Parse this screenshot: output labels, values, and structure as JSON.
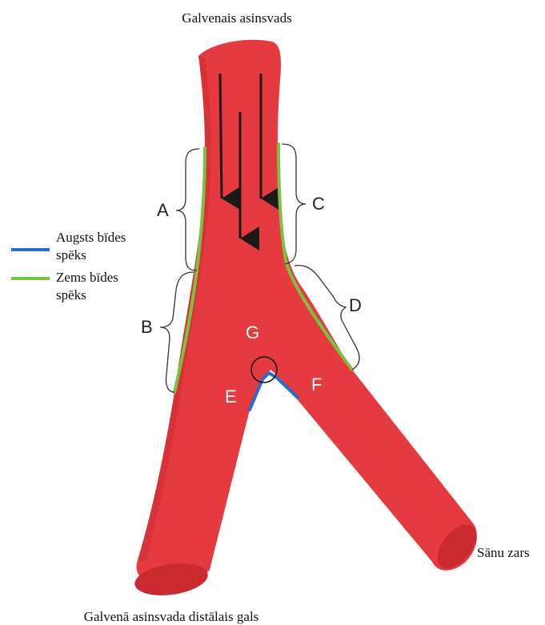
{
  "title": "Galvenais asinsvads",
  "branch_label": "Sānu zars",
  "distal_label": "Galvenā asinsvada distālais gals",
  "legend": {
    "items": [
      {
        "label_line1": "Augsts bīdes",
        "label_line2": "spēks",
        "color": "#2b6cc4"
      },
      {
        "label_line1": "Zems bīdes",
        "label_line2": "spēks",
        "color": "#7cc242"
      }
    ]
  },
  "regions": {
    "A": "A",
    "B": "B",
    "C": "C",
    "D": "D",
    "E": "E",
    "F": "F",
    "G": "G"
  },
  "colors": {
    "vessel": "#e53a3f",
    "vessel_shadow": "#c4252b",
    "vessel_end": "#c92a30",
    "high_shear": "#2b6cc4",
    "low_shear": "#7cc242",
    "arrow": "#1a1a1a",
    "brace": "#333333"
  }
}
